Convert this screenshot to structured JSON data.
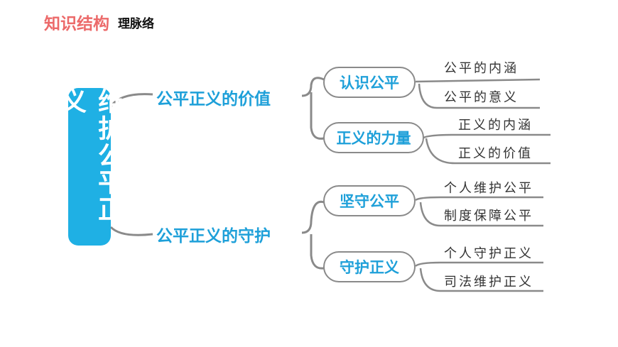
{
  "header": {
    "title": "知识结构",
    "subtitle": "理脉络"
  },
  "root": "维护公平正义",
  "branches": [
    {
      "label": "公平正义的价值",
      "children": [
        {
          "label": "认识公平",
          "leaves": [
            "公平的内涵",
            "公平的意义"
          ]
        },
        {
          "label": "正义的力量",
          "leaves": [
            "正义的内涵",
            "正义的价值"
          ]
        }
      ]
    },
    {
      "label": "公平正义的守护",
      "children": [
        {
          "label": "坚守公平",
          "leaves": [
            "个人维护公平",
            "制度保障公平"
          ]
        },
        {
          "label": "守护正义",
          "leaves": [
            "个人守护正义",
            "司法维护正义"
          ]
        }
      ]
    }
  ]
}
